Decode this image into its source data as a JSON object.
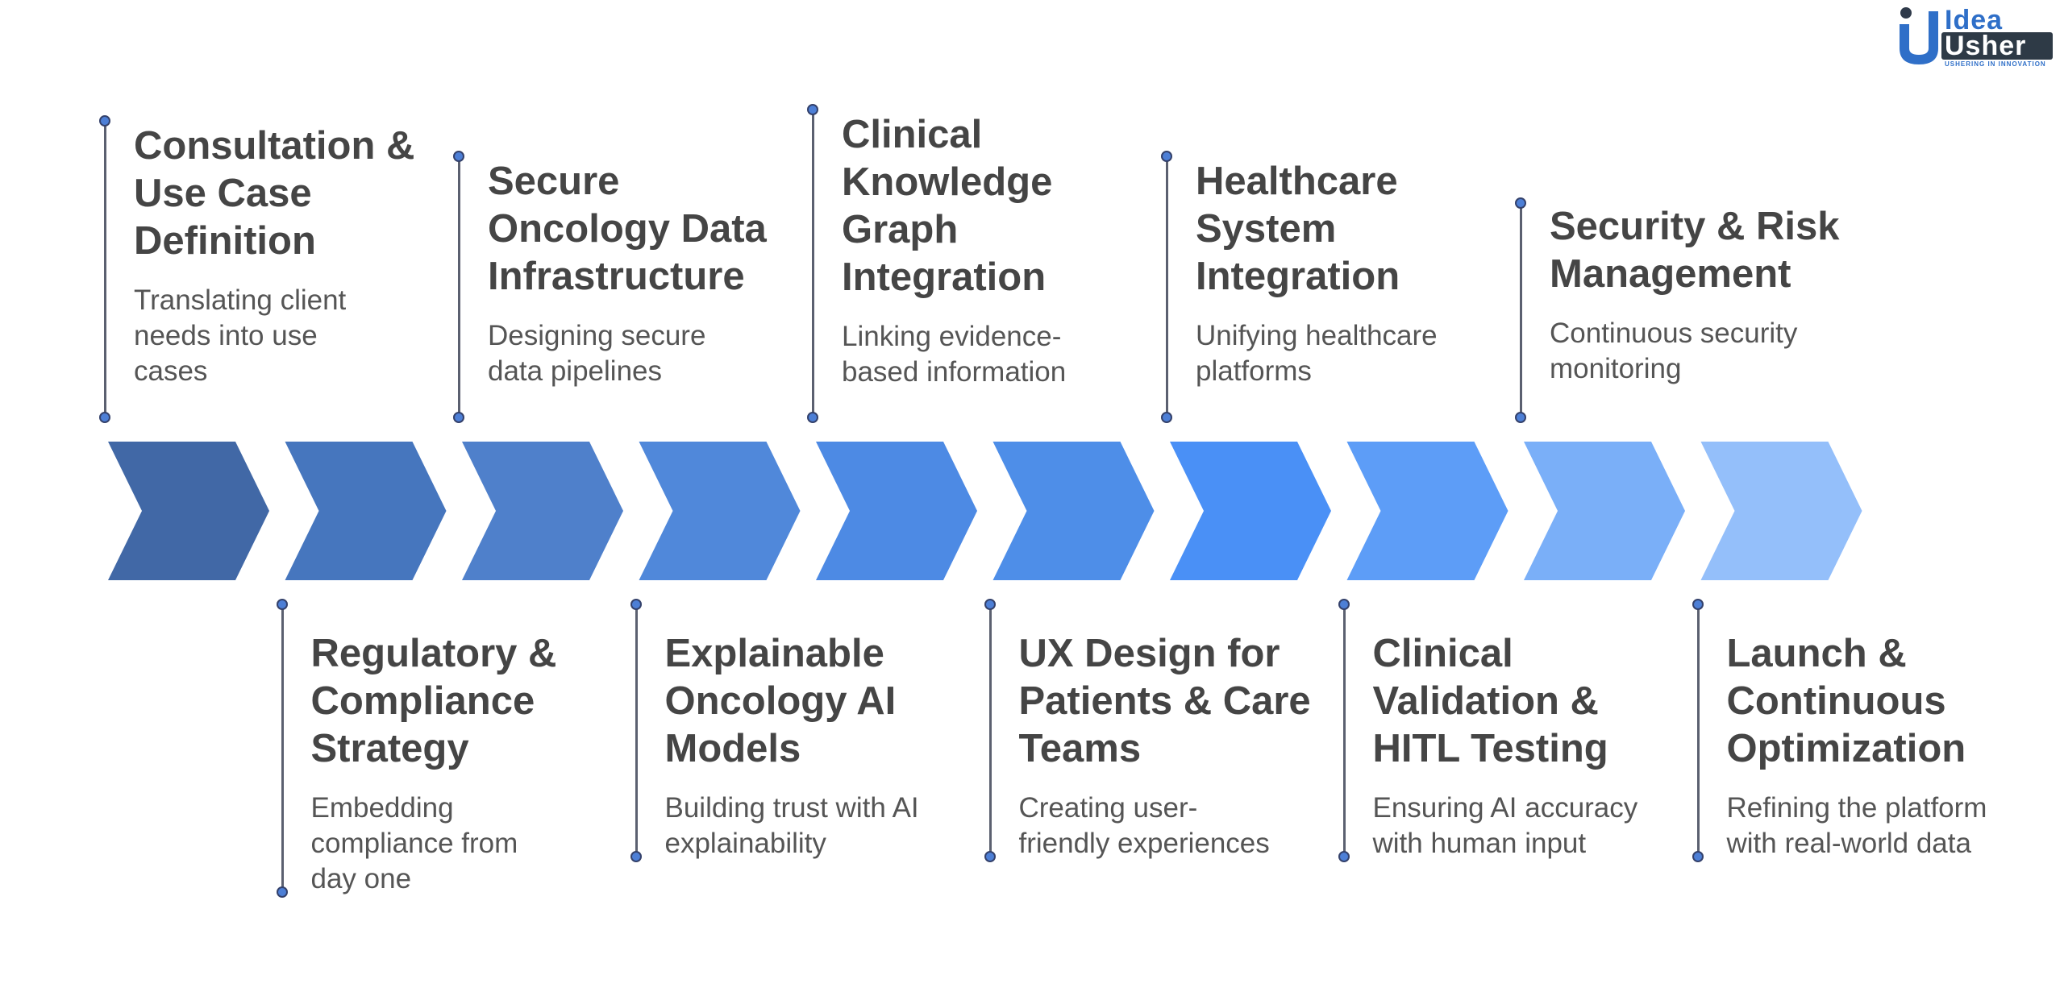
{
  "logo": {
    "line1": "Idea",
    "line2": "Usher",
    "tagline": "USHERING IN INNOVATION",
    "icon": "idea-usher-logo-icon"
  },
  "colors": {
    "chevrons": [
      "#4168a6",
      "#4676be",
      "#4f80cb",
      "#5088da",
      "#4d8ae4",
      "#4e8ee8",
      "#4a90f6",
      "#5d9df7",
      "#7aaff8",
      "#94bffa"
    ],
    "dot_fill": "#4d7fd6",
    "line": "#5b6070"
  },
  "steps": [
    {
      "title": "Consultation &\nUse Case\nDefinition",
      "desc": "Translating client\nneeds into use\ncases",
      "position": "top"
    },
    {
      "title": "Regulatory &\nCompliance\nStrategy",
      "desc": "Embedding\ncompliance from\nday one",
      "position": "bottom"
    },
    {
      "title": "Secure\nOncology Data\nInfrastructure",
      "desc": "Designing secure\ndata pipelines",
      "position": "top"
    },
    {
      "title": "Explainable\nOncology AI\nModels",
      "desc": "Building trust with AI\nexplainability",
      "position": "bottom"
    },
    {
      "title": "Clinical\nKnowledge\nGraph\nIntegration",
      "desc": "Linking evidence-\nbased information",
      "position": "top"
    },
    {
      "title": "UX Design for\nPatients & Care\nTeams",
      "desc": "Creating user-\nfriendly experiences",
      "position": "bottom"
    },
    {
      "title": "Healthcare\nSystem\nIntegration",
      "desc": "Unifying healthcare\nplatforms",
      "position": "top"
    },
    {
      "title": "Clinical\nValidation &\nHITL Testing",
      "desc": "Ensuring AI accuracy\nwith human input",
      "position": "bottom"
    },
    {
      "title": "Security & Risk\nManagement",
      "desc": "Continuous security\nmonitoring",
      "position": "top"
    },
    {
      "title": "Launch &\nContinuous\nOptimization",
      "desc": "Refining the platform\nwith real-world data",
      "position": "bottom"
    }
  ]
}
